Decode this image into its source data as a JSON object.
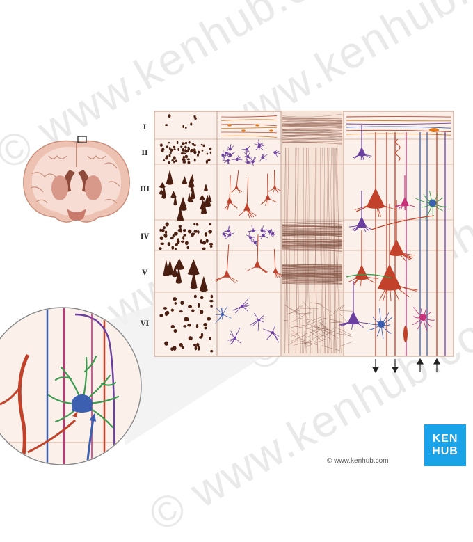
{
  "watermark": "© www.kenhub.com",
  "layers": [
    "I",
    "II",
    "III",
    "IV",
    "V",
    "VI"
  ],
  "logo": {
    "line1": "KEN",
    "line2": "HUB"
  },
  "site": "© www.kenhub.com",
  "colors": {
    "panel_bg": "#fbf1ea",
    "panel_border": "#c9a090",
    "cell_body": "#4a1e10",
    "pyramidal": "#c2412a",
    "stellate": "#6b3fa0",
    "blue_neuron": "#3d5fb0",
    "green": "#3c9b4f",
    "orange": "#e07a1f",
    "pink": "#c8327a",
    "accent_blue": "#1aa3e8"
  }
}
